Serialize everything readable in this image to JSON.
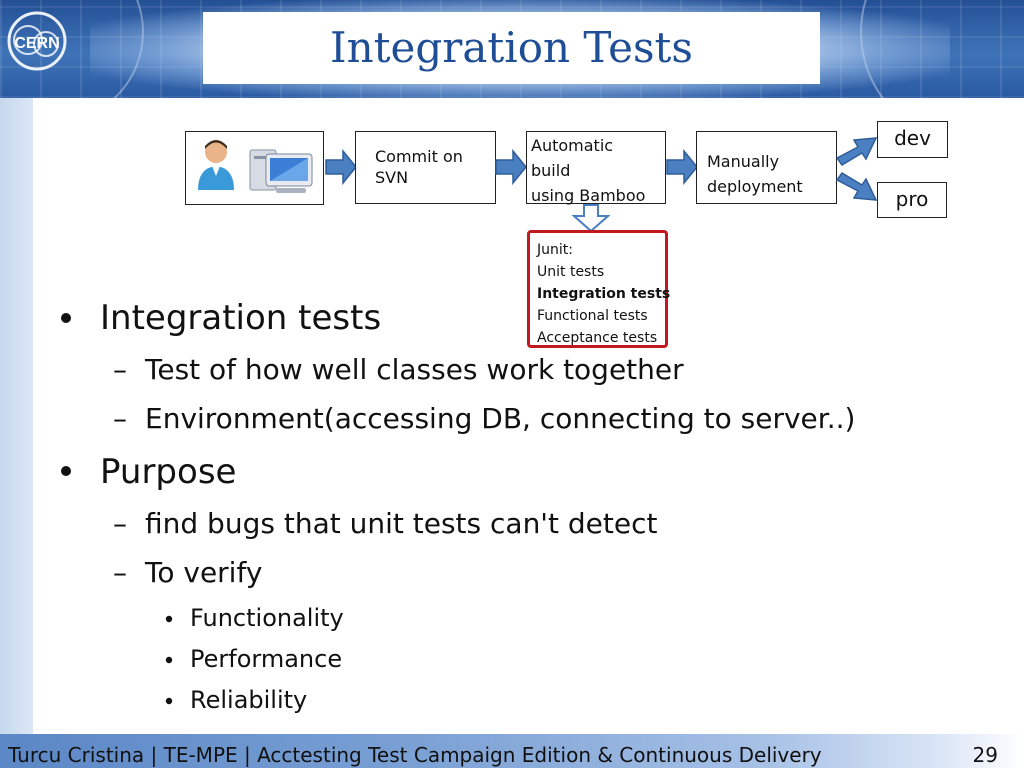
{
  "slide": {
    "title": "Integration Tests",
    "page_number": "29"
  },
  "colors": {
    "title": "#1f4e96",
    "arrow_fill": "#4a7fc1",
    "junit_border": "#c0191f",
    "banner": "#2a5aa2"
  },
  "diagram": {
    "commit_box": [
      "Commit on",
      "SVN"
    ],
    "build_box": [
      "Automatic",
      "build",
      "using Bamboo"
    ],
    "deploy_box": [
      "Manually",
      "deployment"
    ],
    "dev_box": "dev",
    "pro_box": "pro",
    "junit": {
      "lines": [
        "Junit:",
        "Unit tests",
        "Integration tests",
        "Functional tests",
        "Acceptance tests"
      ]
    }
  },
  "bullets": [
    {
      "text": "Integration tests",
      "children": [
        {
          "text": "Test of how well classes work together"
        },
        {
          "text": "Environment(accessing DB, connecting to server..)"
        }
      ]
    },
    {
      "text": "Purpose",
      "children": [
        {
          "text": "find bugs that unit tests can't detect"
        },
        {
          "text": "To verify",
          "children": [
            {
              "text": "Functionality"
            },
            {
              "text": "Performance"
            },
            {
              "text": "Reliability"
            }
          ]
        }
      ]
    }
  ],
  "footer": {
    "text": "Turcu Cristina | TE-MPE | Acctesting Test Campaign Edition & Continuous Delivery"
  }
}
